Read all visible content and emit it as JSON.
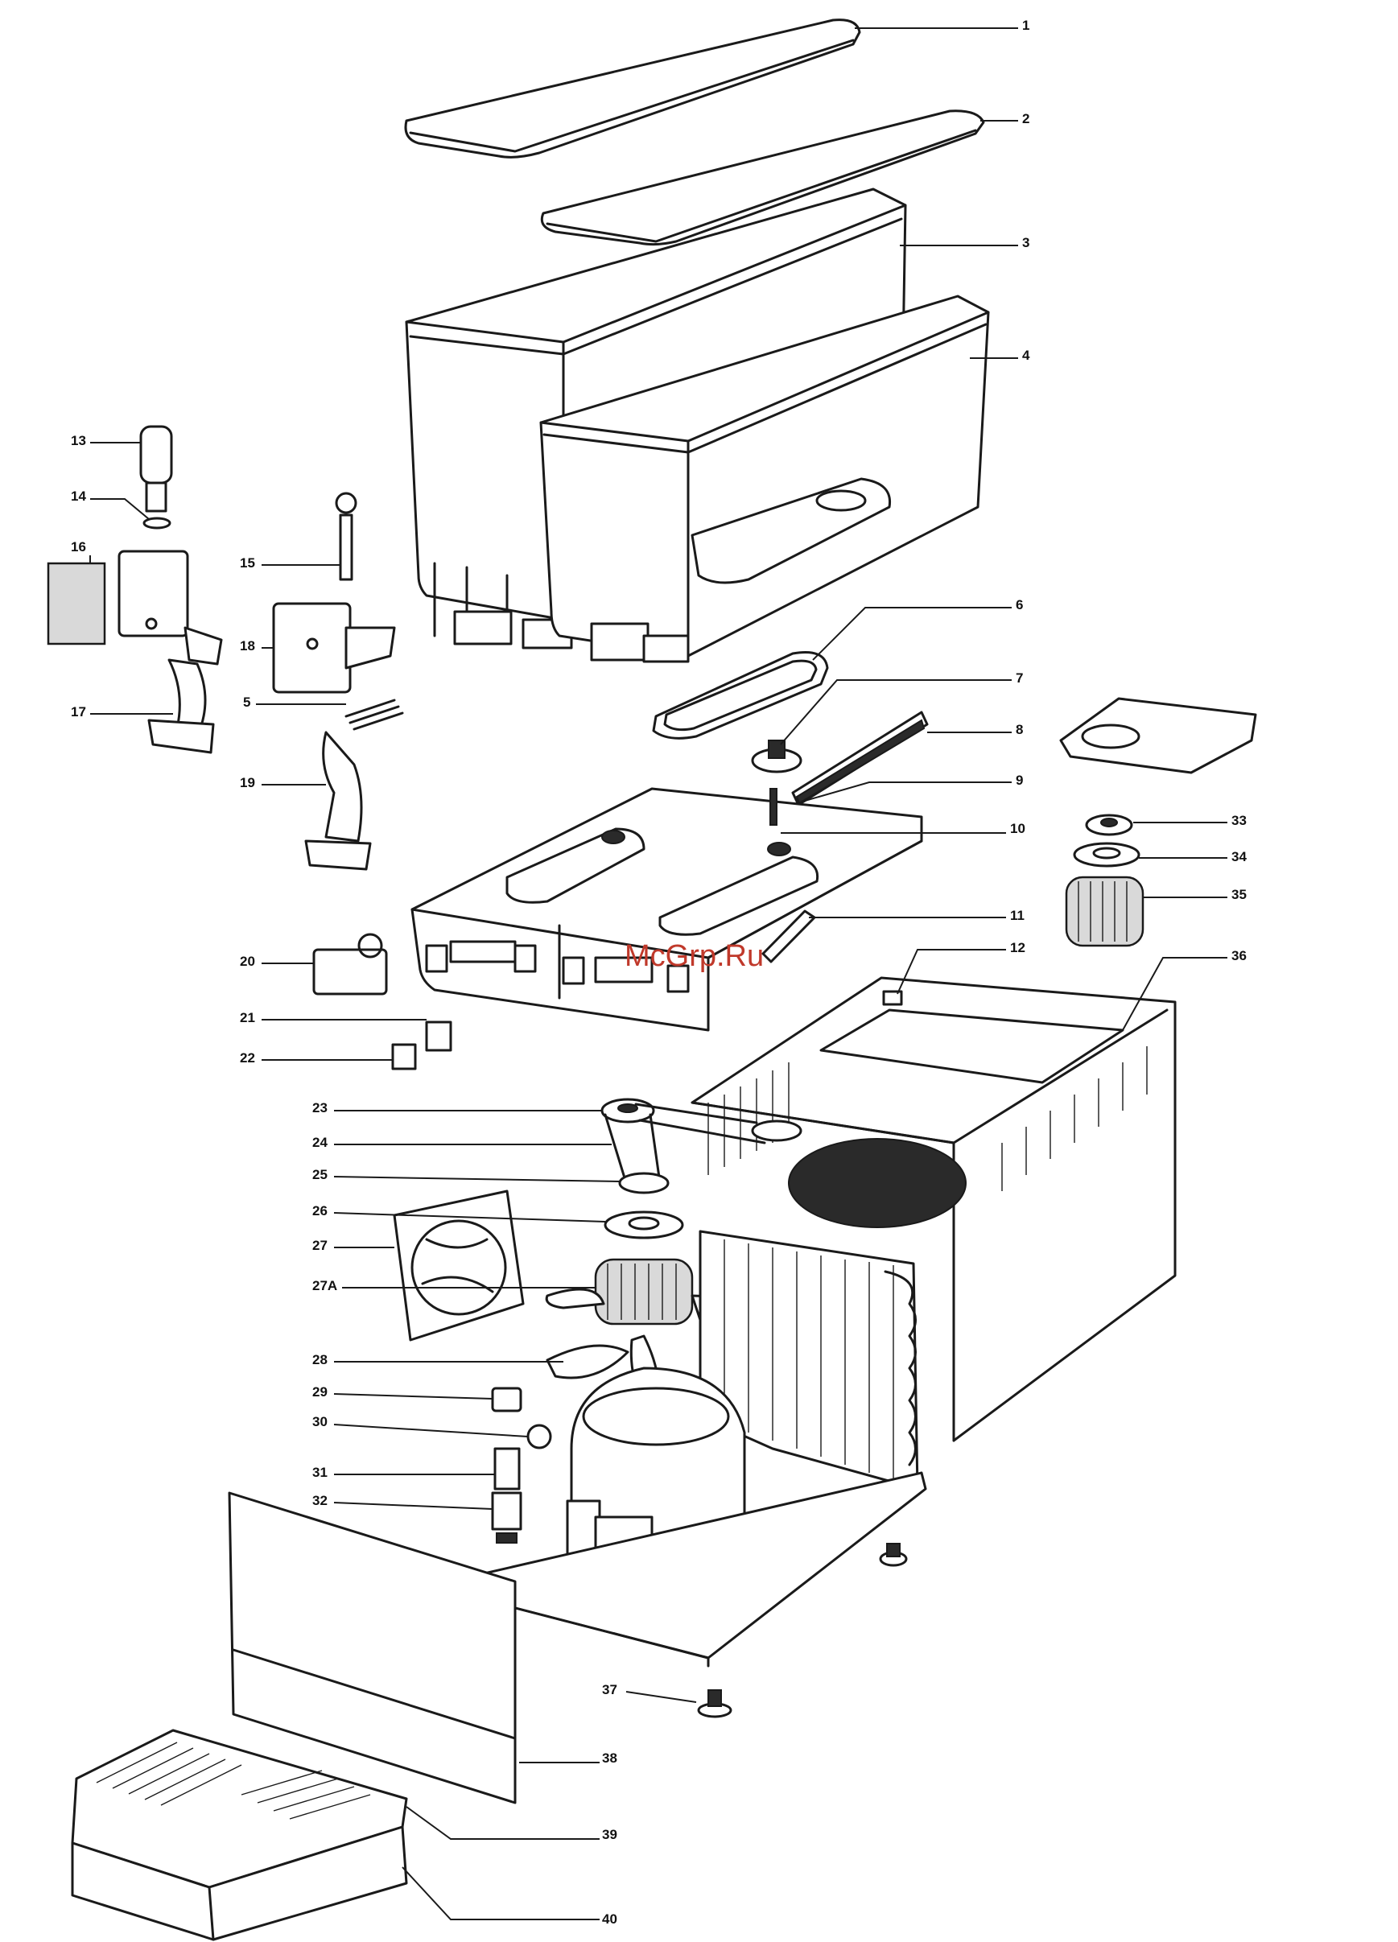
{
  "watermark": "McGrp.Ru",
  "callouts": [
    {
      "id": "c1",
      "label": "1"
    },
    {
      "id": "c2",
      "label": "2"
    },
    {
      "id": "c3",
      "label": "3"
    },
    {
      "id": "c4",
      "label": "4"
    },
    {
      "id": "c6",
      "label": "6"
    },
    {
      "id": "c7",
      "label": "7"
    },
    {
      "id": "c8",
      "label": "8"
    },
    {
      "id": "c9",
      "label": "9"
    },
    {
      "id": "c10",
      "label": "10"
    },
    {
      "id": "c11",
      "label": "11"
    },
    {
      "id": "c12",
      "label": "12"
    },
    {
      "id": "c33",
      "label": "33"
    },
    {
      "id": "c34",
      "label": "34"
    },
    {
      "id": "c35",
      "label": "35"
    },
    {
      "id": "c36",
      "label": "36"
    },
    {
      "id": "c13",
      "label": "13"
    },
    {
      "id": "c14",
      "label": "14"
    },
    {
      "id": "c15",
      "label": "15"
    },
    {
      "id": "c16",
      "label": "16"
    },
    {
      "id": "c18",
      "label": "18"
    },
    {
      "id": "c17",
      "label": "17"
    },
    {
      "id": "c5",
      "label": "5"
    },
    {
      "id": "c19",
      "label": "19"
    },
    {
      "id": "c20",
      "label": "20"
    },
    {
      "id": "c21",
      "label": "21"
    },
    {
      "id": "c22",
      "label": "22"
    },
    {
      "id": "c23",
      "label": "23"
    },
    {
      "id": "c24",
      "label": "24"
    },
    {
      "id": "c25",
      "label": "25"
    },
    {
      "id": "c26",
      "label": "26"
    },
    {
      "id": "c27",
      "label": "27"
    },
    {
      "id": "c27A",
      "label": "27A"
    },
    {
      "id": "c28",
      "label": "28"
    },
    {
      "id": "c29",
      "label": "29"
    },
    {
      "id": "c30",
      "label": "30"
    },
    {
      "id": "c31",
      "label": "31"
    },
    {
      "id": "c32",
      "label": "32"
    },
    {
      "id": "c37",
      "label": "37"
    },
    {
      "id": "c38",
      "label": "38"
    },
    {
      "id": "c39",
      "label": "39"
    },
    {
      "id": "c40",
      "label": "40"
    }
  ]
}
